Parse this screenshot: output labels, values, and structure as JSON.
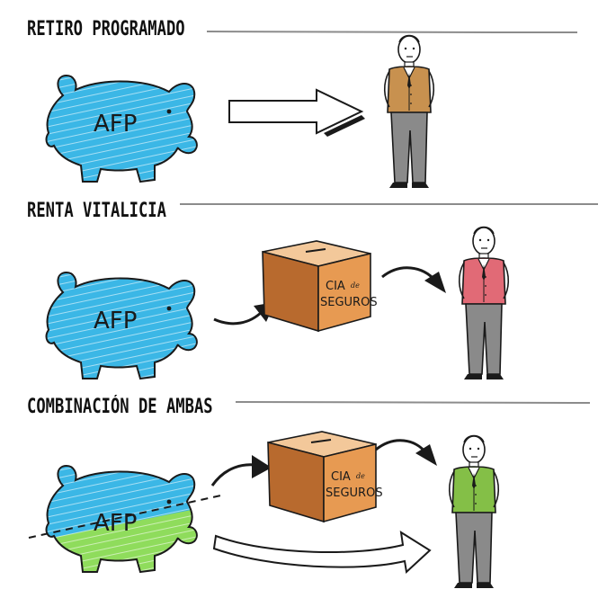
{
  "sections": [
    {
      "title": "RETIRO PROGRAMADO",
      "pig_label": "AFP"
    },
    {
      "title": "RENTA VITALICIA",
      "pig_label": "AFP",
      "box_line1": "CIA",
      "box_connector": "de",
      "box_line2": "SEGUROS"
    },
    {
      "title": "COMBINACIÓN DE AMBAS",
      "pig_label": "AFP",
      "box_line1": "CIA",
      "box_connector": "de",
      "box_line2": "SEGUROS"
    }
  ],
  "colors": {
    "pig_blue": "#3bb7e6",
    "pig_green": "#8fdc5c",
    "box_orange": "#e79a52",
    "box_orange_dark": "#b86a2e",
    "person1_sweater": "#c8914f",
    "person2_sweater": "#e16a76",
    "person3_sweater": "#84bf47",
    "pants": "#8a8a8a"
  },
  "icons": [
    "piggy-bank-icon",
    "arrow-icon",
    "box-icon",
    "person-icon"
  ]
}
